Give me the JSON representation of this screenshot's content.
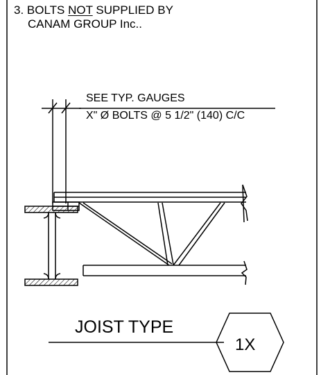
{
  "notes": {
    "item_number": "3.",
    "line1_before": "BOLTS ",
    "line1_emphasis": "NOT",
    "line1_after": " SUPPLIED BY",
    "line2": "CANAM GROUP Inc.."
  },
  "callout": {
    "line1": "SEE TYP. GAUGES",
    "line2": "X\" Ø BOLTS @ 5 1/2\" (140) C/C"
  },
  "title_block": {
    "title": "JOIST TYPE",
    "tag": "1X"
  },
  "colors": {
    "ink": "#000000",
    "paper": "#ffffff"
  }
}
